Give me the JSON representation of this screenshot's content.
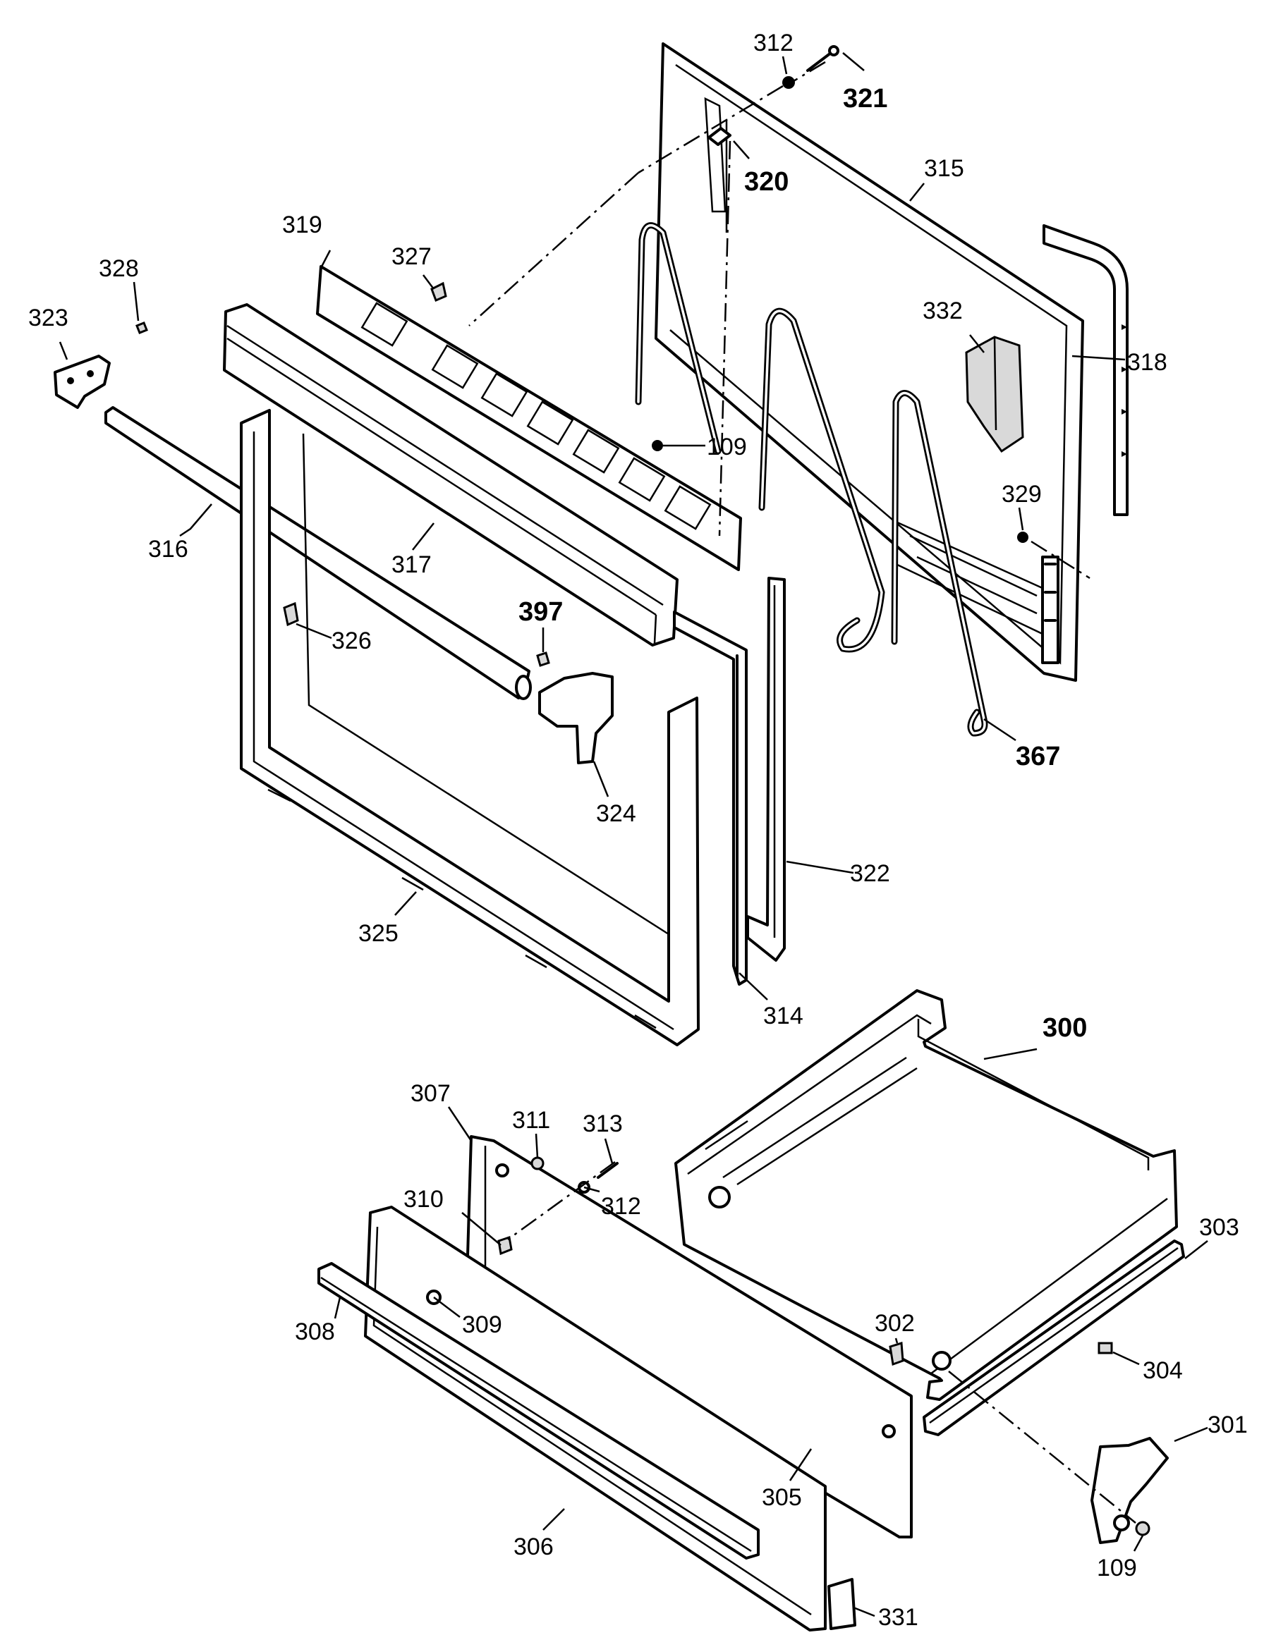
{
  "diagram": {
    "callouts": {
      "c300": "300",
      "c301": "301",
      "c302": "302",
      "c303": "303",
      "c304": "304",
      "c305": "305",
      "c306": "306",
      "c307": "307",
      "c308": "308",
      "c309": "309",
      "c310": "310",
      "c311": "311",
      "c312a": "312",
      "c312b": "312",
      "c313": "313",
      "c314": "314",
      "c315": "315",
      "c316": "316",
      "c317": "317",
      "c318": "318",
      "c319": "319",
      "c320": "320",
      "c321": "321",
      "c322": "322",
      "c323": "323",
      "c324": "324",
      "c325": "325",
      "c326": "326",
      "c327": "327",
      "c328": "328",
      "c329": "329",
      "c331": "331",
      "c332": "332",
      "c367": "367",
      "c397": "397",
      "c109a": "109",
      "c109b": "109"
    }
  }
}
